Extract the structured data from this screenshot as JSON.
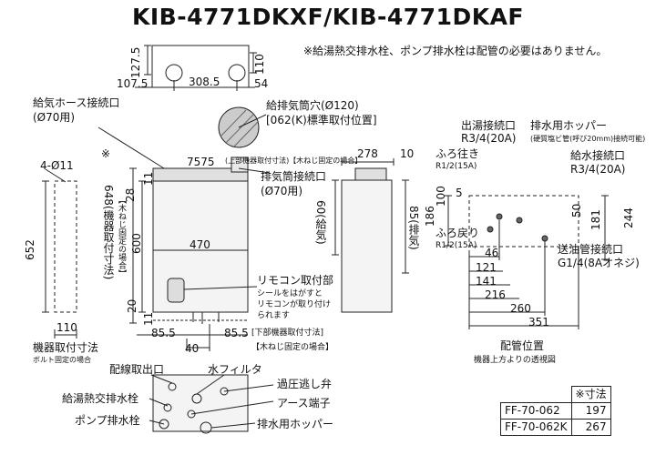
{
  "title": "KIB-4771DKXF/KIB-4771DKAF",
  "note_top": "※給湯熱交排水栓、ポンプ排水栓は配管の必要はありません。",
  "top_view": {
    "d1275": "127.5",
    "d110": "110",
    "d1075": "107.5",
    "d3085": "308.5",
    "d54": "54"
  },
  "labels": {
    "hose_port": "給気ホース接続口",
    "hose_port_size": "(Ø70用)",
    "exhaust_hole": "給排気筒穴(Ø120)",
    "exhaust_hole_std": "[062(K)標準取付位置]",
    "asterisk": "※",
    "d7575": "7575",
    "upper_mount_note": "(上部機器取付寸法)【木ねじ固定の場合】",
    "exhaust_port": "排気筒接続口",
    "exhaust_port_size": "(Ø70用)",
    "hole_4": "4-Ø11",
    "d652": "652",
    "d648": "648(機器取付寸法)",
    "wood_screw_v": "【木ねじ固定の場合】",
    "d28": "28",
    "d11a": "11",
    "d600": "600",
    "d470": "470",
    "d20": "20",
    "d11b": "11",
    "remote_mount": "リモコン取付部",
    "remote_note1": "シールをはがすと",
    "remote_note2": "リモコンが取り付け",
    "remote_note3": "られます",
    "d110b": "110",
    "d855a": "85.5",
    "d855b": "85.5",
    "lower_mount": "[下部機器取付寸法]",
    "wood_screw_lower": "【木ねじ固定の場合】",
    "d40": "40",
    "mount_dim": "機器取付寸法",
    "bolt_note": "ボルト固定の場合",
    "d278": "278",
    "d10": "10",
    "d60": "60(給気)",
    "d85": "85(排気)",
    "out_port": "出湯接続口",
    "out_port_size": "R3/4(20A)",
    "drain_hopper": "排水用ホッパー",
    "drain_hopper_note": "(硬質塩ビ管(呼び20mm)接続可能)",
    "bath_out": "ふろ往き",
    "bath_out_size": "R1/2(15A)",
    "water_port": "給水接続口",
    "water_port_size": "R3/4(20A)",
    "d186": "186",
    "d100": "100",
    "d5": "5",
    "d50": "50",
    "d181": "181",
    "d244": "244",
    "bath_ret": "ふろ戻り",
    "bath_ret_size": "R1/2(15A)",
    "d46": "46",
    "d121": "121",
    "d141": "141",
    "d216": "216",
    "d260": "260",
    "d351": "351",
    "feed_port": "送油管接続口",
    "feed_port_size": "G1/4(8Aオネジ)",
    "pipe_pos": "配管位置",
    "pipe_pos_note": "機器上方よりの透視図",
    "wiring_port": "配線取出口",
    "water_filter": "水フィルタ",
    "relief_valve": "過圧逃し弁",
    "hx_drain": "給湯熱交排水栓",
    "earth": "アース端子",
    "pump_drain": "ポンプ排水栓",
    "drain_hopper_b": "排水用ホッパー"
  },
  "spec_table": {
    "header": "※寸法",
    "rows": [
      {
        "model": "FF-70-062",
        "value": "197"
      },
      {
        "model": "FF-70-062K",
        "value": "267"
      }
    ]
  }
}
